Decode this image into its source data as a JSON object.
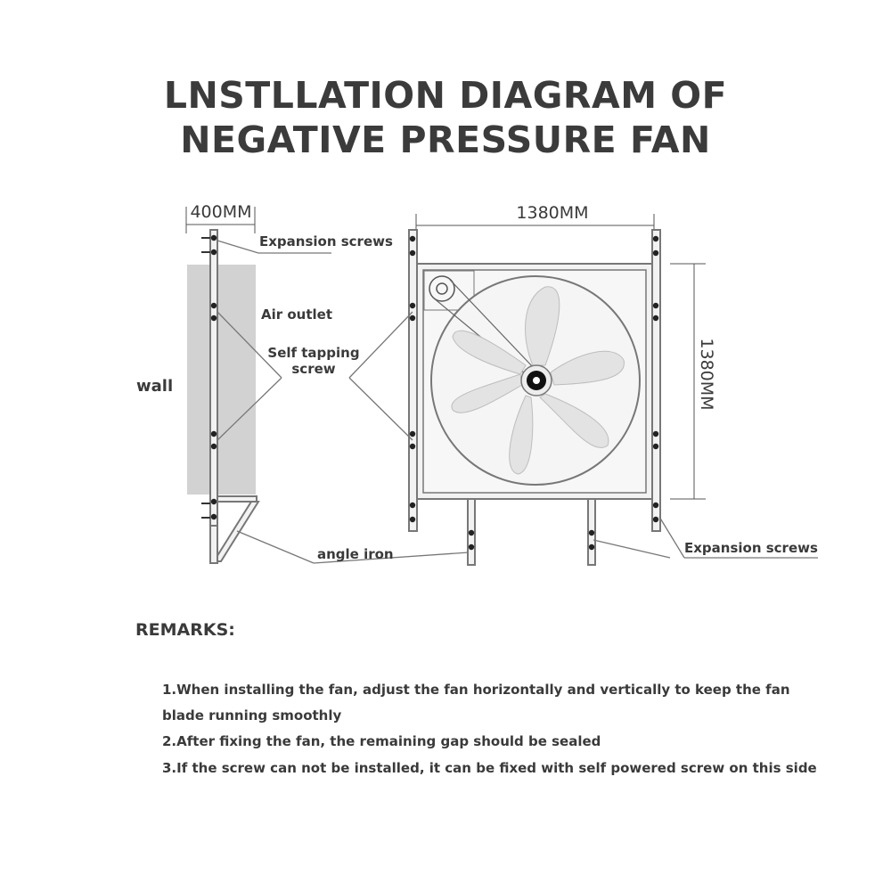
{
  "title": {
    "line1": "LNSTLLATION DIAGRAM OF",
    "line2": "NEGATIVE PRESSURE FAN"
  },
  "diagram": {
    "dim_side_width": "400MM",
    "dim_front_width": "1380MM",
    "dim_front_height": "1380MM",
    "label_expansion_screws_top": "Expansion screws",
    "label_air_outlet": "Air outlet",
    "label_self_tapping_line1": "Self tapping",
    "label_self_tapping_line2": "screw",
    "label_wall": "wall",
    "label_angle_iron": "angle iron",
    "label_expansion_screws_bottom": "Expansion screws"
  },
  "remarks": {
    "heading": "REMARKS:",
    "item1_line1": "1.When installing the fan, adjust the fan horizontally and vertically to keep the fan",
    "item1_line2": "blade running smoothly",
    "item2": "2.After fixing the fan, the remaining gap should be sealed",
    "item3": "3.If the screw can not be installed, it can be fixed with self powered screw on this side"
  },
  "colors": {
    "frame": "#8a8a8a",
    "wall": "#cfcfcf",
    "blade": "#e6e6e6",
    "text": "#3a3a3a"
  }
}
